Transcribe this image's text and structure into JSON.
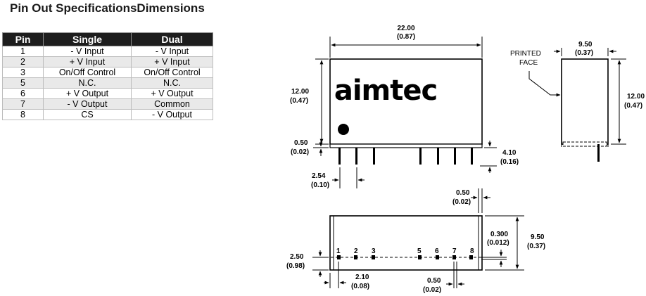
{
  "heading": "Pin Out SpecificationsDimensions",
  "table": {
    "headers": [
      "Pin",
      "Single",
      "Dual"
    ],
    "rows": [
      [
        "1",
        "- V Input",
        "- V Input"
      ],
      [
        "2",
        "+ V Input",
        "+ V Input"
      ],
      [
        "3",
        "On/Off Control",
        "On/Off Control"
      ],
      [
        "5",
        "N.C.",
        "N.C."
      ],
      [
        "6",
        "+ V Output",
        "+ V Output"
      ],
      [
        "7",
        "- V Output",
        "Common"
      ],
      [
        "8",
        "CS",
        "- V Output"
      ]
    ]
  },
  "drawing": {
    "logo": "aimtec",
    "printed_face": [
      "PRINTED",
      "FACE"
    ],
    "dims": {
      "len_mm": "22.00",
      "len_in": "(0.87)",
      "height_mm": "12.00",
      "height_in": "(0.47)",
      "side_w_mm": "9.50",
      "side_w_in": "(0.37)",
      "side_h_mm": "12.00",
      "side_h_in": "(0.47)",
      "standoff_mm": "0.50",
      "standoff_in": "(0.02)",
      "pinlen_mm": "4.10",
      "pinlen_in": "(0.16)",
      "pitch_mm": "2.54",
      "pitch_in": "(0.10)",
      "wall_mm": "0.50",
      "wall_in": "(0.02)",
      "pinrow_mm": "0.300",
      "pinrow_in": "(0.012)",
      "depth_mm": "9.50",
      "depth_in": "(0.37)",
      "rowoff_mm": "2.50",
      "rowoff_in": "(0.98)",
      "edge_mm": "2.10",
      "edge_in": "(0.08)",
      "pinw_mm": "0.50",
      "pinw_in": "(0.02)"
    },
    "pin_numbers": [
      "1",
      "2",
      "3",
      "5",
      "6",
      "7",
      "8"
    ]
  }
}
